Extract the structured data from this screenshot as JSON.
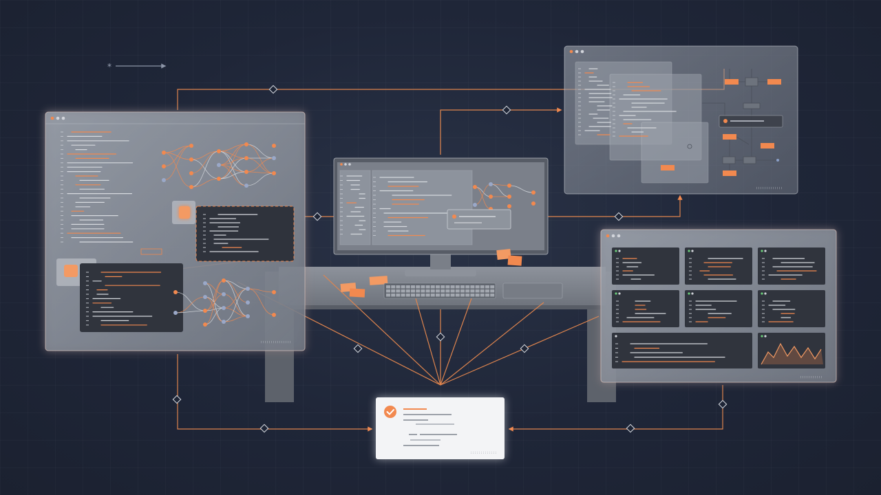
{
  "colors": {
    "background": "#1e2536",
    "accent": "#f2894f",
    "panel_glass": "#8b919b",
    "panel_dark": "#30343d",
    "code_line": "#c9ced6",
    "success": "#f2894f",
    "card": "#f3f4f6"
  },
  "icons": {
    "checkmark": "check-icon",
    "window_dots": "window-control-dots",
    "sticky_notes": "sticky-note-icon",
    "keyboard": "keyboard-icon",
    "trackpad": "trackpad-icon"
  },
  "scene": {
    "panels": [
      "left-code-window",
      "top-right-diagram-window",
      "center-monitor",
      "right-dashboard-window",
      "result-card"
    ],
    "dashboard_tiles": 7,
    "result_status": "success"
  }
}
